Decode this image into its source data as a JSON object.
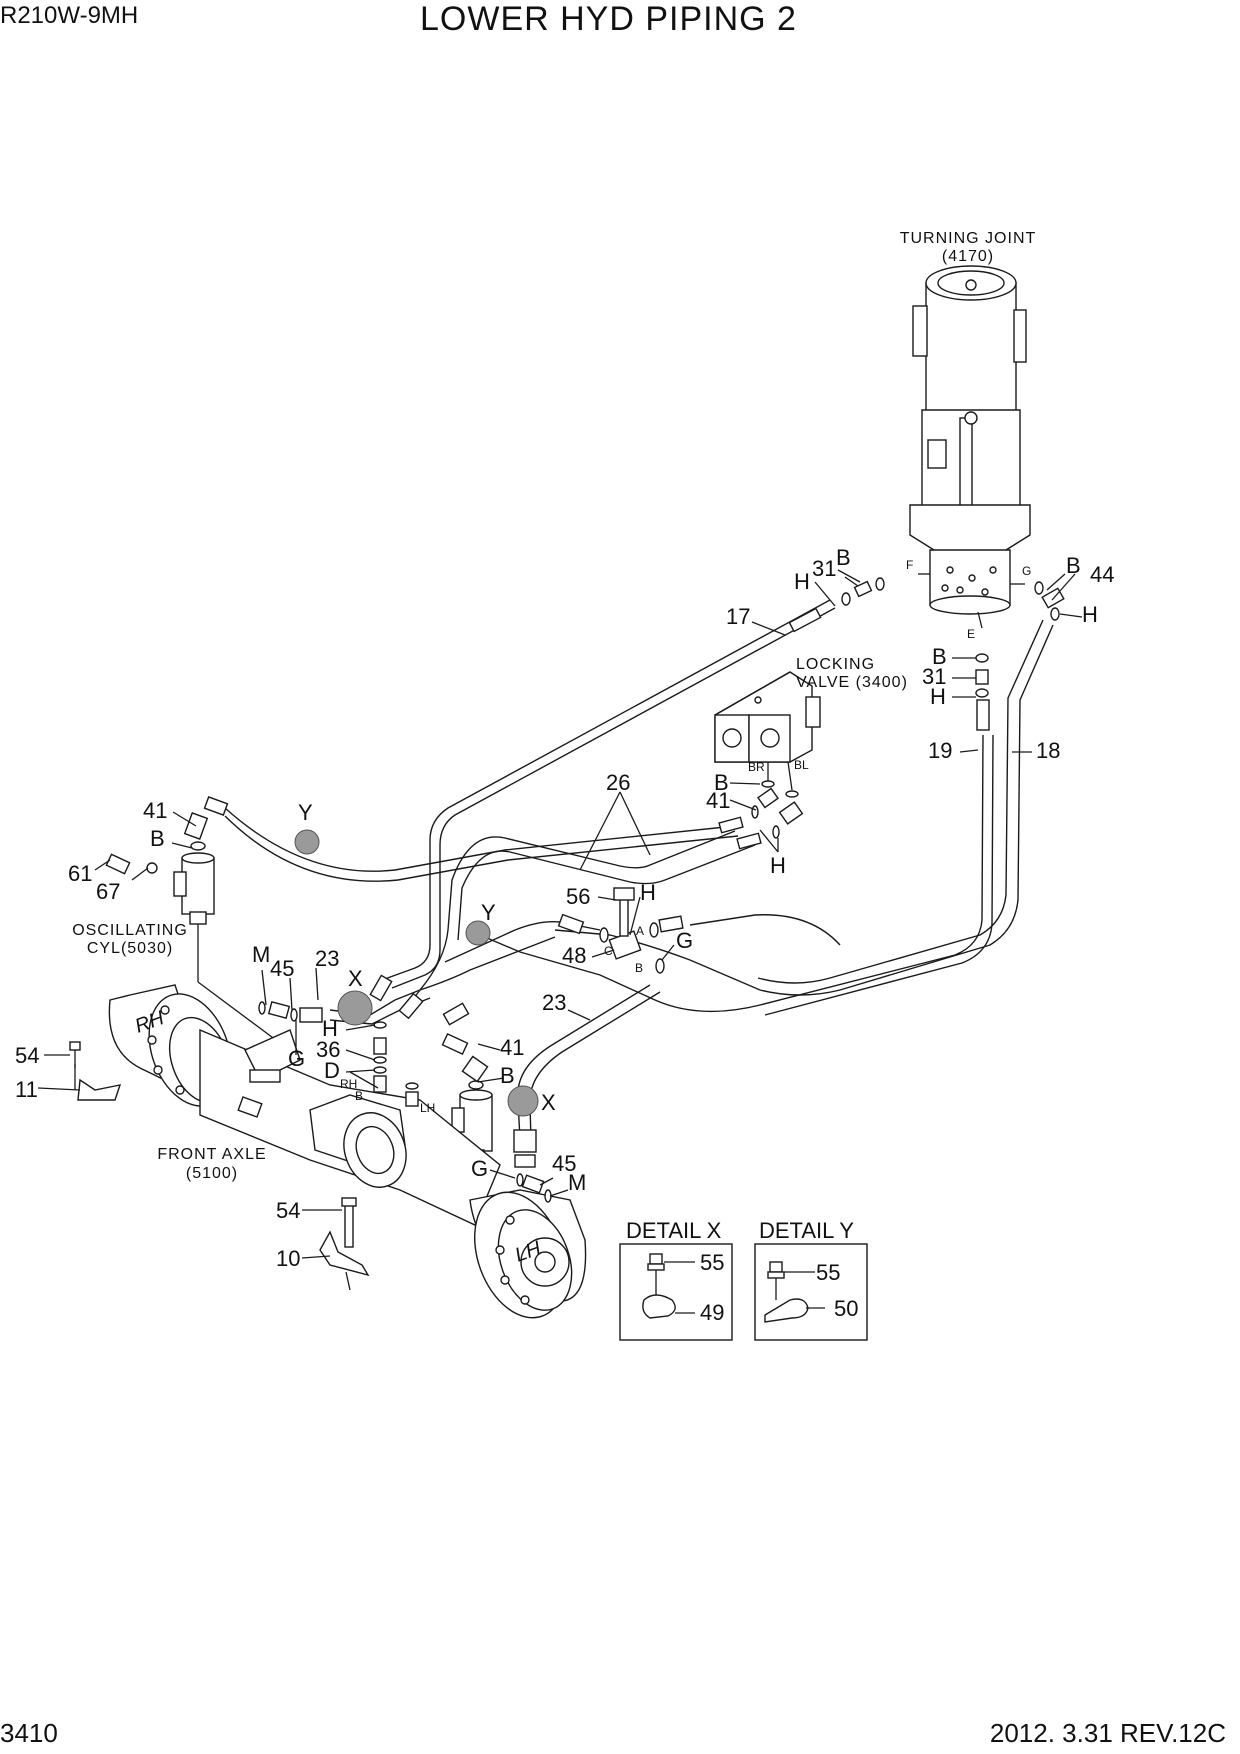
{
  "header": {
    "model": "R210W-9MH",
    "title": "LOWER HYD PIPING 2"
  },
  "footer": {
    "page_number": "3410",
    "date_revision": "2012. 3.31  REV.12C"
  },
  "components": {
    "turning_joint": [
      "TURNING JOINT",
      "(4170)"
    ],
    "locking_valve": [
      "LOCKING",
      "VALVE (3400)"
    ],
    "oscillating_cyl": [
      "OSCILLATING",
      "CYL(5030)"
    ],
    "front_axle": [
      "FRONT AXLE",
      "(5100)"
    ]
  },
  "callouts": {
    "c17": "17",
    "c31a": "31",
    "bA": "B",
    "hA": "H",
    "bB": "B",
    "c44": "44",
    "hB": "H",
    "bC": "B",
    "c31b": "31",
    "hC": "H",
    "c19": "19",
    "c18": "18",
    "c26": "26",
    "bD": "B",
    "c41a": "41",
    "hD": "H",
    "c41b": "41",
    "bE": "B",
    "c61": "61",
    "c67": "67",
    "yA": "Y",
    "yB": "Y",
    "c56": "56",
    "hE": "H",
    "c48": "48",
    "gA": "G",
    "mA": "M",
    "c45a": "45",
    "c23a": "23",
    "xA": "X",
    "gB": "G",
    "hF": "H",
    "c36": "36",
    "dA": "D",
    "c23b": "23",
    "c41c": "41",
    "bF": "B",
    "xB": "X",
    "gC": "G",
    "c45b": "45",
    "mB": "M",
    "c54a": "54",
    "c11": "11",
    "c54b": "54",
    "c10": "10"
  },
  "port_labels": {
    "F": "F",
    "G": "G",
    "E": "E",
    "BR": "BR",
    "BL": "BL",
    "A": "A",
    "B": "B",
    "C": "C",
    "RH": "RH",
    "LH": "LH",
    "B2": "B"
  },
  "axle_marks": {
    "rh": "RH",
    "lh": "LH"
  },
  "details": {
    "x": {
      "title": "DETAIL X",
      "bolt": "55",
      "clamp": "49"
    },
    "y": {
      "title": "DETAIL Y",
      "bolt": "55",
      "clamp": "50"
    }
  }
}
